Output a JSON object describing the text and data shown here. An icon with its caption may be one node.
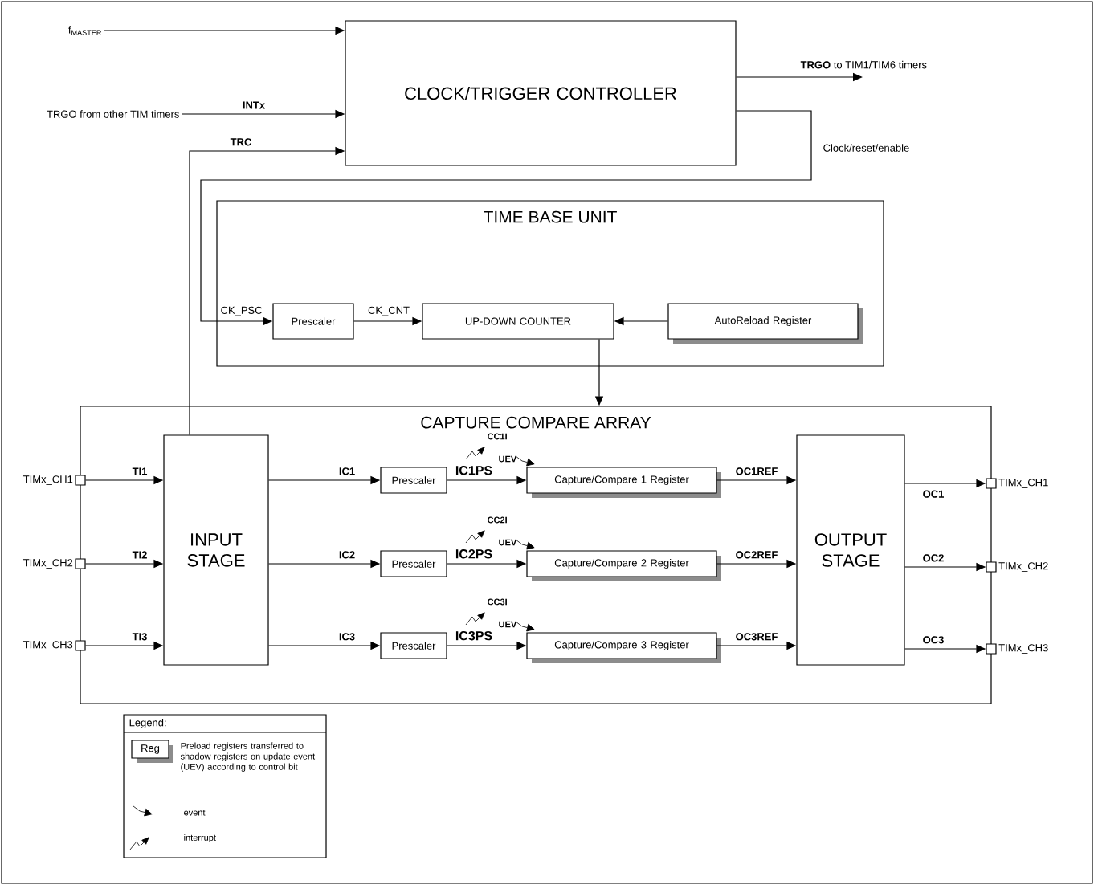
{
  "diagram": {
    "nodes": [
      {
        "text": [
          "f$_{MASTER}$"
        ]
      },
      {
        "text": [
          "CLOCK/TRIGGER CONTROLLER"
        ]
      },
      {
        "text": [
          "TRGO from other TIM timers"
        ]
      },
      {
        "text": [
          "TIME BASE UNIT"
        ]
      },
      {
        "text": [
          "Prescaler"
        ],
        "in": 3
      },
      {
        "text": [
          "UP-DOWN COUNTER"
        ],
        "in": 3
      },
      {
        "text": [
          "AutoReload Register"
        ],
        "in": 3
      },
      {
        "text": [
          "CAPTURE COMPARE ARRAY"
        ]
      },
      {
        "text": [
          "TIMx_CH1"
        ]
      },
      {
        "text": [
          "TIMx_CH2"
        ]
      },
      {
        "text": [
          "TIMx_CH3"
        ]
      },
      {
        "text": [
          "INPUT STAGE"
        ],
        "in": 7
      },
      {
        "text": [
          "Prescaler"
        ],
        "in": 7
      },
      {
        "text": [
          "Prescaler"
        ],
        "in": 7
      },
      {
        "text": [
          "Prescaler"
        ],
        "in": 7
      },
      {
        "text": [
          "Capture/Compare 1 Register"
        ],
        "in": 7
      },
      {
        "text": [
          "Capture/Compare 2 Register"
        ],
        "in": 7
      },
      {
        "text": [
          "Capture/Compare 3 Register"
        ],
        "in": 7
      },
      {
        "text": [
          "OUTPUT STAGE"
        ],
        "in": 7
      },
      {
        "text": [
          "TIMx_CH1"
        ]
      },
      {
        "text": [
          "TIMx_CH2"
        ]
      },
      {
        "text": [
          "TIMx_CH3"
        ]
      }
    ],
    "edges": [
      {
        "from": 0,
        "to": 1,
        "arrow": "to"
      },
      {
        "from": 2,
        "to": 1,
        "arrow": "to",
        "label": "INTx"
      },
      {
        "from": 11,
        "to": 1,
        "arrow": "to",
        "label": "TRC"
      },
      {
        "from": 1,
        "to": null,
        "arrow": "to",
        "label": "**TRGO** to TIM1/TIM6 timers"
      },
      {
        "from": 1,
        "to": 4,
        "arrow": "to",
        "label": "Clock/reset/enable"
      },
      {
        "from": 4,
        "to": 5,
        "arrow": "to",
        "label": "CK_CNT"
      },
      {
        "from": 6,
        "to": 5,
        "arrow": "to"
      },
      {
        "from": 5,
        "to": 7,
        "arrow": "to"
      },
      {
        "from": 8,
        "to": 11,
        "arrow": "to",
        "label": "TI1"
      },
      {
        "from": 9,
        "to": 11,
        "arrow": "to",
        "label": "TI2"
      },
      {
        "from": 10,
        "to": 11,
        "arrow": "to",
        "label": "TI3"
      },
      {
        "from": 11,
        "to": 12,
        "arrow": "to",
        "label": "IC1"
      },
      {
        "from": 11,
        "to": 13,
        "arrow": "to",
        "label": "IC2"
      },
      {
        "from": 11,
        "to": 14,
        "arrow": "to",
        "label": "IC3"
      },
      {
        "from": 12,
        "to": 15,
        "arrow": "to",
        "label": "IC1PS"
      },
      {
        "from": 13,
        "to": 16,
        "arrow": "to",
        "label": "IC2PS"
      },
      {
        "from": 14,
        "to": 17,
        "arrow": "to",
        "label": "IC3PS"
      },
      {
        "from": 15,
        "to": 18,
        "arrow": "to",
        "label": "OC1REF"
      },
      {
        "from": 16,
        "to": 18,
        "arrow": "to",
        "label": "OC2REF"
      },
      {
        "from": 17,
        "to": 18,
        "arrow": "to",
        "label": "OC3REF"
      },
      {
        "from": 18,
        "to": 19,
        "arrow": "to",
        "label": "OC1"
      },
      {
        "from": 18,
        "to": 20,
        "arrow": "to",
        "label": "OC2"
      },
      {
        "from": 18,
        "to": 21,
        "arrow": "to",
        "label": "OC3"
      }
    ],
    "labels": [
      "CK_PSC",
      "CC1I",
      "UEV",
      "CC2I",
      "UEV",
      "CC3I",
      "UEV",
      "Legend:",
      "Reg"
    ],
    "legend": [
      {
        "text": "Preload registers transferred to shadow registers on update event (UEV) according to control bit"
      },
      {
        "text": "event"
      },
      {
        "text": "interrupt"
      }
    ]
  }
}
